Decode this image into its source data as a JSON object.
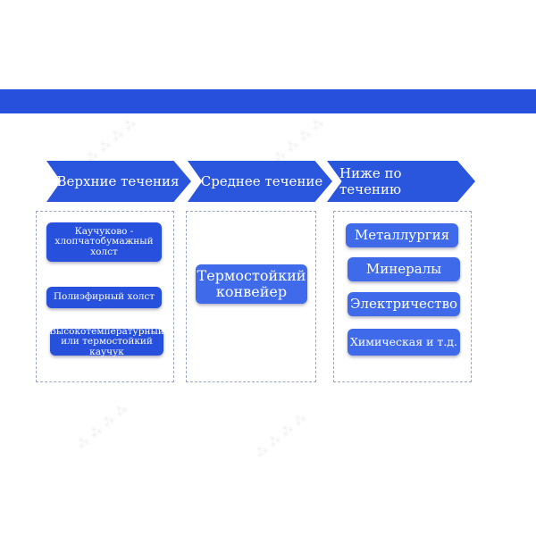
{
  "stages": {
    "upstream": "Верхние течения",
    "midstream": "Среднее течение",
    "downstream": "Ниже по течению"
  },
  "upstream_items": [
    "Каучуково - хлопчатобумажный холст",
    "Полиэфирный холст",
    "Высокотемпературный или термостойкий каучук"
  ],
  "midstream_items": [
    "Термостойкий конвейер"
  ],
  "downstream_items": [
    "Металлургия",
    "Минералы",
    "Электричество",
    "Химическая и т.д."
  ],
  "colors": {
    "primary": "#2750dc",
    "light": "#3f6bea",
    "panel_border": "#9aa6c4"
  }
}
